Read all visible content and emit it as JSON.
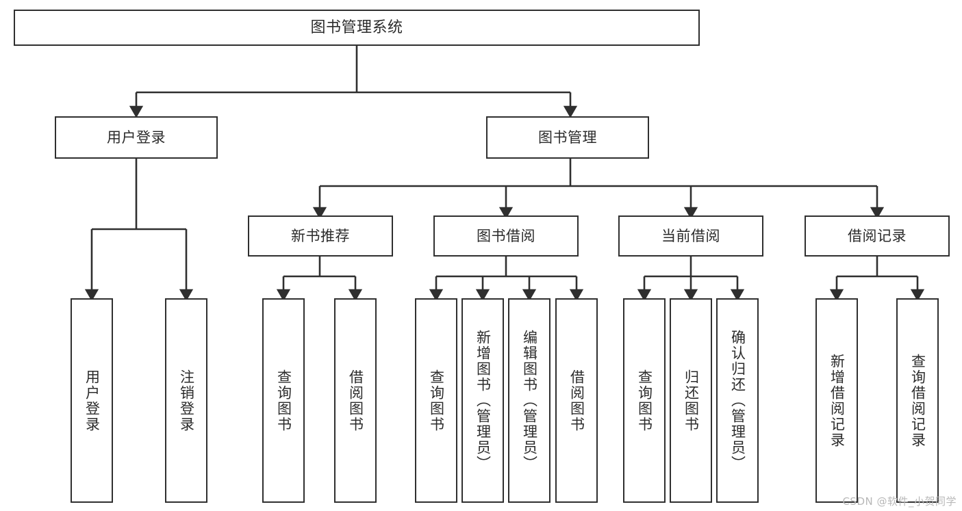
{
  "diagram": {
    "title": "图书管理系统",
    "type": "tree-hierarchy",
    "root": {
      "label": "图书管理系统"
    },
    "level1": [
      {
        "label": "用户登录"
      },
      {
        "label": "图书管理"
      }
    ],
    "level2": [
      {
        "label": "新书推荐"
      },
      {
        "label": "图书借阅"
      },
      {
        "label": "当前借阅"
      },
      {
        "label": "借阅记录"
      }
    ],
    "leaves": {
      "user_login": [
        {
          "label": "用户登录"
        },
        {
          "label": "注销登录"
        }
      ],
      "new_book_recommend": [
        {
          "label": "查询图书"
        },
        {
          "label": "借阅图书"
        }
      ],
      "book_borrow": [
        {
          "label": "查询图书"
        },
        {
          "label": "新增图书（管理员）"
        },
        {
          "label": "编辑图书（管理员）"
        },
        {
          "label": "借阅图书"
        }
      ],
      "current_borrow": [
        {
          "label": "查询图书"
        },
        {
          "label": "归还图书"
        },
        {
          "label": "确认归还（管理员）"
        }
      ],
      "borrow_record": [
        {
          "label": "新增借阅记录"
        },
        {
          "label": "查询借阅记录"
        }
      ]
    }
  },
  "watermark": {
    "text": "CSDN @软件_小贺同学"
  },
  "colors": {
    "stroke": "#2f2f2f",
    "box_fill": "#ffffff",
    "text": "#2b2b2b",
    "watermark": "#b8b8b8",
    "background": "#ffffff"
  }
}
